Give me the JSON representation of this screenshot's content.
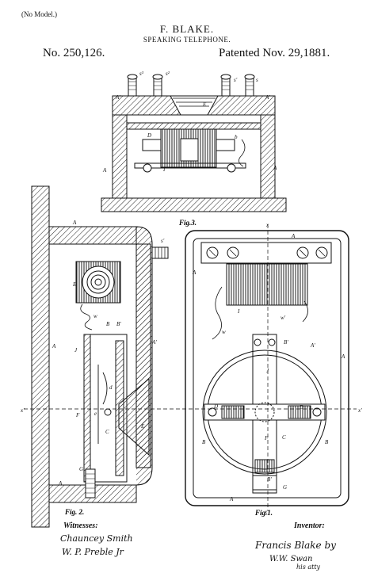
{
  "header": {
    "model_note": "(No Model.)",
    "inventor_name": "F. BLAKE.",
    "title": "SPEAKING TELEPHONE.",
    "patent_no": "No. 250,126.",
    "patented": "Patented Nov. 29,1881."
  },
  "figures": {
    "fig1": "Fig.1.",
    "fig2": "Fig. 2.",
    "fig3": "Fig.3."
  },
  "footer": {
    "witnesses_label": "Witnesses:",
    "witness_1": "Chauncey Smith",
    "witness_2": "W. P. Preble Jr",
    "inventor_label": "Inventor:",
    "inventor_signature": "Francis Blake by",
    "attorney_signature": "W.W. Swan",
    "attorney_note": "his atty"
  }
}
